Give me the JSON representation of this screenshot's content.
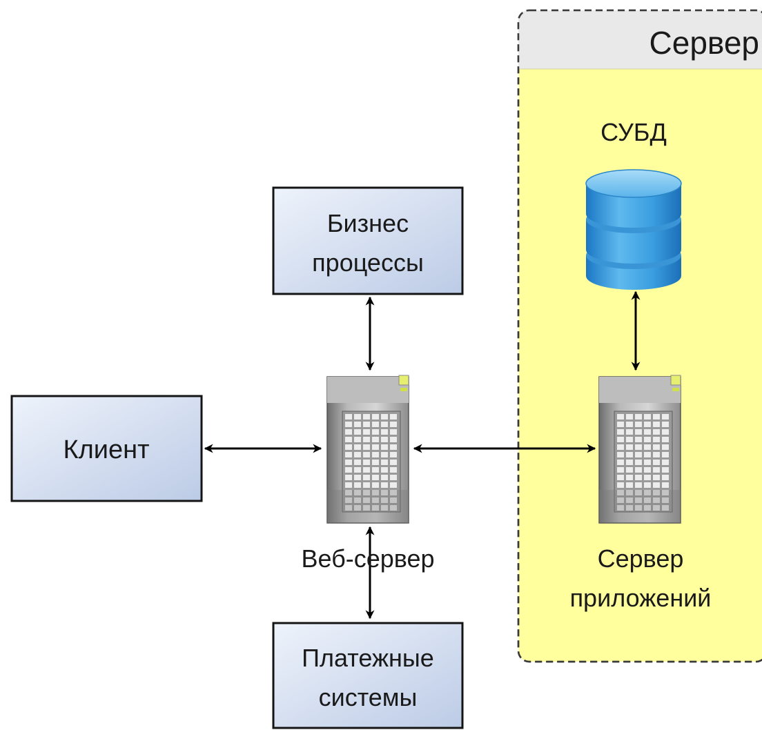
{
  "server_group": {
    "title": "Сервер"
  },
  "nodes": {
    "client": {
      "label": "Клиент"
    },
    "business": {
      "lines": [
        "Бизнес",
        "процессы"
      ]
    },
    "web_server": {
      "label": "Веб-сервер"
    },
    "payment": {
      "lines": [
        "Платежные",
        "системы"
      ]
    },
    "dbms": {
      "label": "СУБД"
    },
    "app_server": {
      "lines": [
        "Сервер",
        "приложений"
      ]
    }
  },
  "colors": {
    "box_fill_top": "#eef3fb",
    "box_fill_bottom": "#c3d2ea",
    "server_group_fill": "#ffff9e",
    "server_group_header": "#e9e9e9",
    "db_blue": "#3d9fdc",
    "arrow": "#000000"
  },
  "icons": {
    "web_server": "server-tower-icon",
    "app_server": "server-tower-icon",
    "dbms": "database-cylinder-icon"
  }
}
